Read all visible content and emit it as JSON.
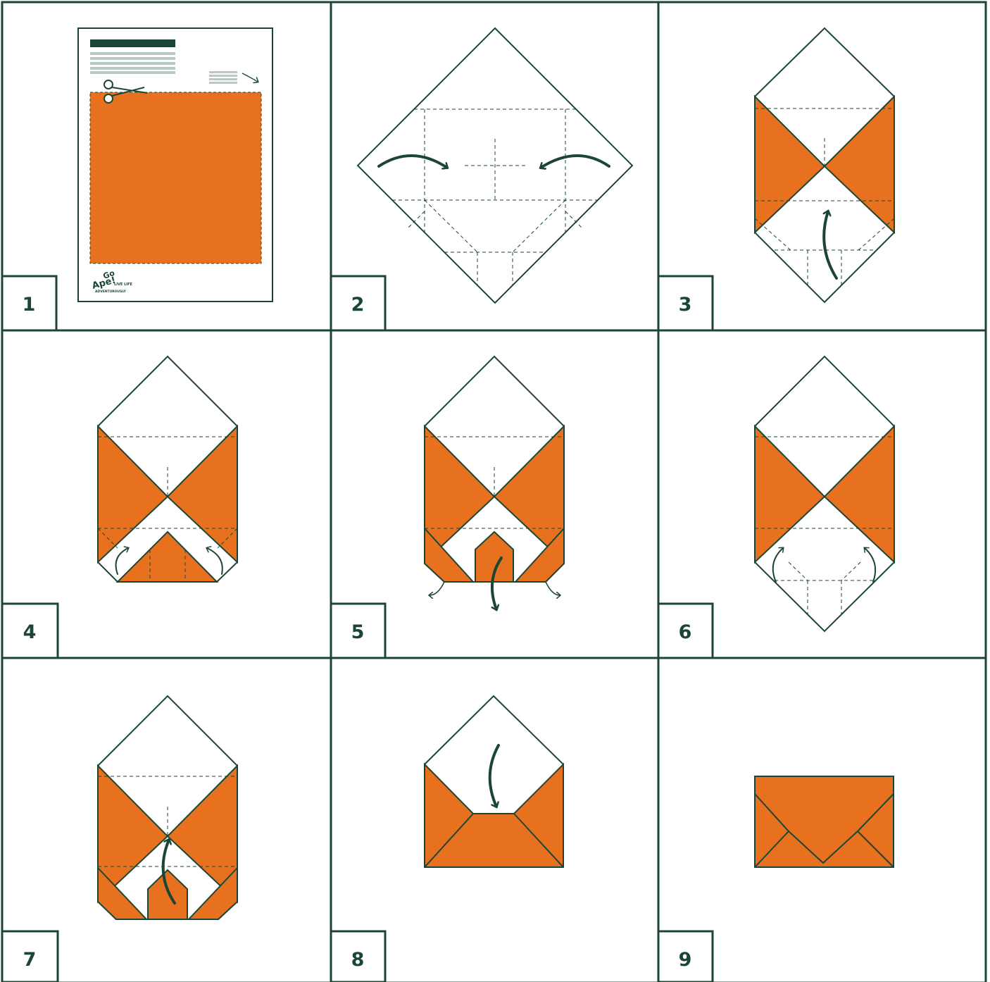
{
  "colors": {
    "ink": "#1c4634",
    "paper": "#e8711f",
    "background": "#ffffff",
    "line_gray": "#b9c9c1"
  },
  "steps": [
    {
      "number": "1"
    },
    {
      "number": "2"
    },
    {
      "number": "3"
    },
    {
      "number": "4"
    },
    {
      "number": "5"
    },
    {
      "number": "6"
    },
    {
      "number": "7"
    },
    {
      "number": "8"
    },
    {
      "number": "9"
    }
  ],
  "logo": {
    "line1": "Go",
    "line2": "Ape!",
    "tagline1": "LIVE LIFE",
    "tagline2": "ADVENTUROUSLY"
  }
}
